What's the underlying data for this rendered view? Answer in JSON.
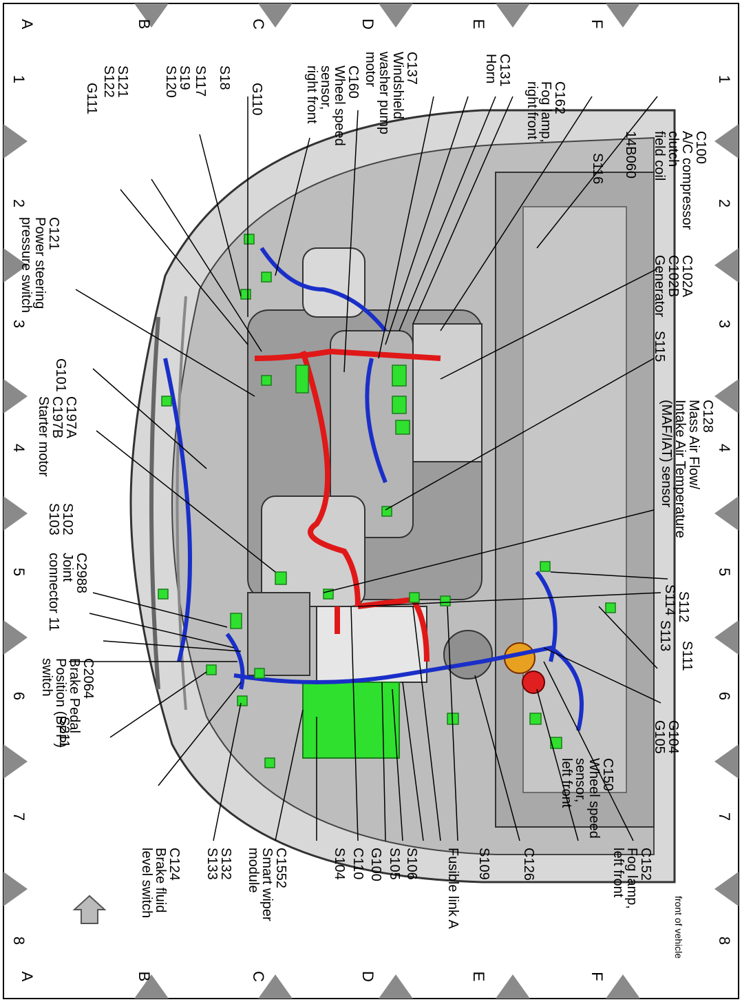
{
  "grid": {
    "columns": [
      "1",
      "2",
      "3",
      "4",
      "5",
      "6",
      "7",
      "8"
    ],
    "rows": [
      "A",
      "B",
      "C",
      "D",
      "E",
      "F"
    ]
  },
  "callouts": {
    "g111": "G111",
    "s121_s122": "S121\nS122",
    "s19_s20": "S19\nS120",
    "s117": "S117",
    "s18": "S18",
    "g110": "G110",
    "c160": "C160\nWheel speed\nsensor,\nright front",
    "c137": "C137\nWindshield\nwasher pump\nmotor",
    "c131": "C131\nHorn",
    "c162": "C162\nFog lamp,\nright front",
    "s116": "S116",
    "b060": "14B060",
    "c100": "C100\nA/C compressor\nclutch\nfield coil",
    "c121": "C121\nPower steering\npressure switch",
    "g101": "G101",
    "c197": "C197A\nC197B\nStarter motor",
    "s102": "S102\nS103",
    "c2988": "C2988\nJoint\nconnector 11",
    "c2064": "C2064\nBrake Pedal\nPosition (BPP)\nswitch",
    "s211": "S211",
    "c102": "C102A\nC102B\nGenerator",
    "s115": "S115",
    "c128": "C128\nMass Air Flow/\nIntake Air Temperature\n(MAF/IAT) sensor",
    "s114": "S114",
    "s112": "S112",
    "s113": "S113",
    "s111": "S111",
    "g104": "G104\nG105",
    "c150": "C150\nWheel speed\nsensor,\nleft front",
    "c124": "C124\nBrake fluid\nlevel switch",
    "s132": "S132\nS133",
    "c1552": "C1552\nSmart wiper\nmodule",
    "s104": "S104",
    "c110": "C110",
    "g100": "G100",
    "s105": "S105",
    "s106": "S106",
    "fusible": "Fusible link A",
    "s109": "S109",
    "c126": "C126",
    "c152": "C152\nFog lamp,\nleft front"
  },
  "note": "front of vehicle",
  "colors": {
    "harness_blue": "#1a2fc8",
    "power_red": "#e01818",
    "connector_green": "#2fe02f",
    "frame_gray": "#7a7a7a",
    "grid_marker": "#8a8a8a"
  }
}
